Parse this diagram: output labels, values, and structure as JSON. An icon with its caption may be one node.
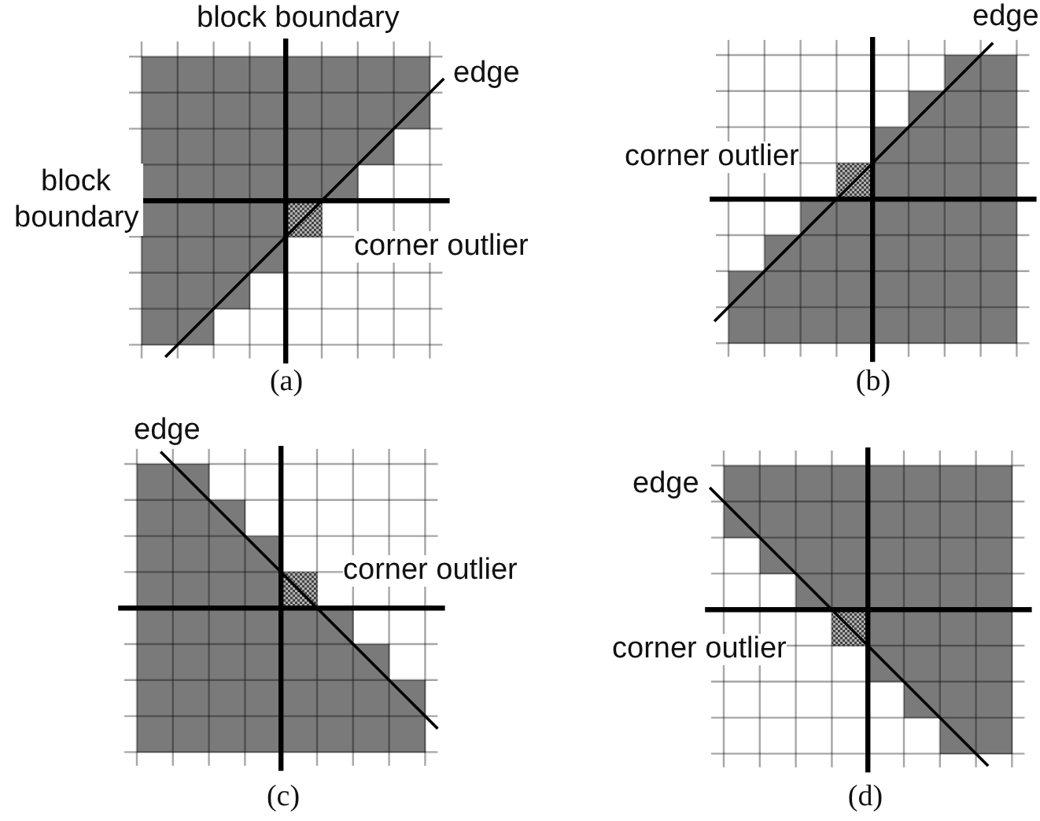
{
  "diagram": {
    "labels": [
      "block boundary",
      "edge",
      "block boundary",
      "corner outlier",
      "edge",
      "corner outlier",
      "(a)",
      "(b)",
      "edge",
      "corner outlier",
      "edge",
      "corner outlier",
      "(c)",
      "(d)"
    ]
  }
}
